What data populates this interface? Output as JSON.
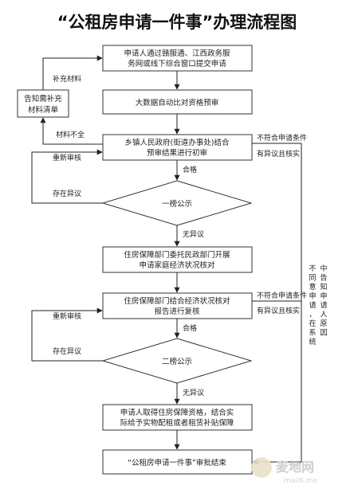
{
  "title": "“公租房申请一件事”办理流程图",
  "nodes": {
    "submit": [
      "申请人通过赣服通、江西政务服",
      "务网或线下综合窗口提交申请"
    ],
    "bigdata": "大数据自动比对资格预审",
    "initial_review": [
      "乡镇人民政府(街道办事处)结合",
      "预审结果进行初审"
    ],
    "first_publicity": "一榜公示",
    "civil_affairs": [
      "住房保障部门委托民政部门开展",
      "申请家庭经济状况核对"
    ],
    "recheck": [
      "住房保障部门结合经济状况核对",
      "报告进行复核"
    ],
    "second_publicity": "二榜公示",
    "qualification": [
      "申请人取得住房保障资格，结合实",
      "际给予实物配租或者租赁补贴保障"
    ],
    "end": "“公租房申请一件事”审批结束",
    "supplement": [
      "告知需补充",
      "材料清单"
    ]
  },
  "labels": {
    "supplement_material": "补充材料",
    "material_incomplete": "材料不全",
    "re_review_1": "重新审核",
    "objection_1": "存在异议",
    "qualified_1": "合格",
    "no_objection_1": "无异议",
    "not_meet_1": "不符合申请条件",
    "objection_verified_1": "有异议且核实",
    "not_meet_2": "不符合申请条件",
    "objection_verified_2": "有异议且核实",
    "re_review_2": "重新审核",
    "qualified_2": "合格",
    "objection_2": "存在异议",
    "no_objection_2": "无异议",
    "reject_notice": [
      "中告知申请人原因",
      "不同意申请，在系统"
    ]
  },
  "watermark": {
    "text": "麦地网",
    "sub": "maidi.me"
  }
}
